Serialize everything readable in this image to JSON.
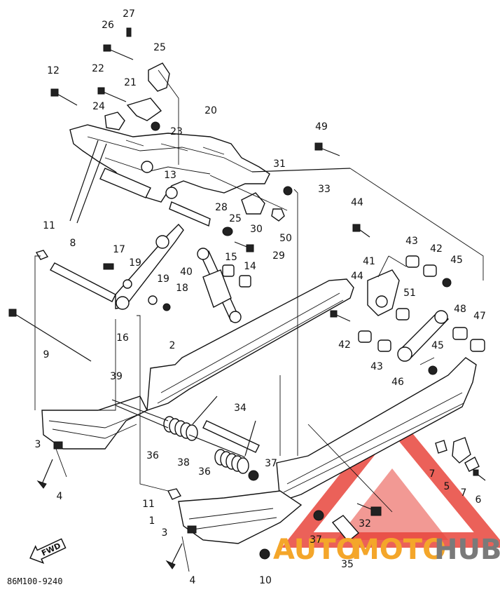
{
  "diagram_code": "86M100-9240",
  "fwd_label": "FWD",
  "watermark": {
    "word_auto": "AUTO",
    "word_moto": "MOTO",
    "word_hub": "HUB",
    "colors": {
      "auto": "#f4a62a",
      "moto": "#f4a62a",
      "hub": "#7a7a7a",
      "triangle": "#e8453c"
    }
  },
  "callouts": [
    {
      "id": "c27",
      "text": "27"
    },
    {
      "id": "c26",
      "text": "26"
    },
    {
      "id": "c25a",
      "text": "25"
    },
    {
      "id": "c12",
      "text": "12"
    },
    {
      "id": "c22",
      "text": "22"
    },
    {
      "id": "c21",
      "text": "21"
    },
    {
      "id": "c24",
      "text": "24"
    },
    {
      "id": "c20",
      "text": "20"
    },
    {
      "id": "c23",
      "text": "23"
    },
    {
      "id": "c49",
      "text": "49"
    },
    {
      "id": "c31",
      "text": "31"
    },
    {
      "id": "c13",
      "text": "13"
    },
    {
      "id": "c33",
      "text": "33"
    },
    {
      "id": "c28",
      "text": "28"
    },
    {
      "id": "c25b",
      "text": "25"
    },
    {
      "id": "c50",
      "text": "50"
    },
    {
      "id": "c30",
      "text": "30"
    },
    {
      "id": "c44a",
      "text": "44"
    },
    {
      "id": "c11a",
      "text": "11"
    },
    {
      "id": "c8",
      "text": "8"
    },
    {
      "id": "c17",
      "text": "17"
    },
    {
      "id": "c29",
      "text": "29"
    },
    {
      "id": "c43a",
      "text": "43"
    },
    {
      "id": "c42a",
      "text": "42"
    },
    {
      "id": "c45a",
      "text": "45"
    },
    {
      "id": "c15",
      "text": "15"
    },
    {
      "id": "c14",
      "text": "14"
    },
    {
      "id": "c19a",
      "text": "19"
    },
    {
      "id": "c41",
      "text": "41"
    },
    {
      "id": "c40",
      "text": "40"
    },
    {
      "id": "c19b",
      "text": "19"
    },
    {
      "id": "c18",
      "text": "18"
    },
    {
      "id": "c44b",
      "text": "44"
    },
    {
      "id": "c51",
      "text": "51"
    },
    {
      "id": "c48",
      "text": "48"
    },
    {
      "id": "c47",
      "text": "47"
    },
    {
      "id": "c16",
      "text": "16"
    },
    {
      "id": "c9",
      "text": "9"
    },
    {
      "id": "c2",
      "text": "2"
    },
    {
      "id": "c42b",
      "text": "42"
    },
    {
      "id": "c45b",
      "text": "45"
    },
    {
      "id": "c43b",
      "text": "43"
    },
    {
      "id": "c46",
      "text": "46"
    },
    {
      "id": "c39",
      "text": "39"
    },
    {
      "id": "c34",
      "text": "34"
    },
    {
      "id": "c3a",
      "text": "3"
    },
    {
      "id": "c36a",
      "text": "36"
    },
    {
      "id": "c38",
      "text": "38"
    },
    {
      "id": "c36b",
      "text": "36"
    },
    {
      "id": "c37a",
      "text": "37"
    },
    {
      "id": "c7a",
      "text": "7"
    },
    {
      "id": "c5",
      "text": "5"
    },
    {
      "id": "c7b",
      "text": "7"
    },
    {
      "id": "c6",
      "text": "6"
    },
    {
      "id": "c4a",
      "text": "4"
    },
    {
      "id": "c11b",
      "text": "11"
    },
    {
      "id": "c1",
      "text": "1"
    },
    {
      "id": "c32",
      "text": "32"
    },
    {
      "id": "c3b",
      "text": "3"
    },
    {
      "id": "c37b",
      "text": "37"
    },
    {
      "id": "c35",
      "text": "35"
    },
    {
      "id": "c4b",
      "text": "4"
    },
    {
      "id": "c10",
      "text": "10"
    }
  ]
}
